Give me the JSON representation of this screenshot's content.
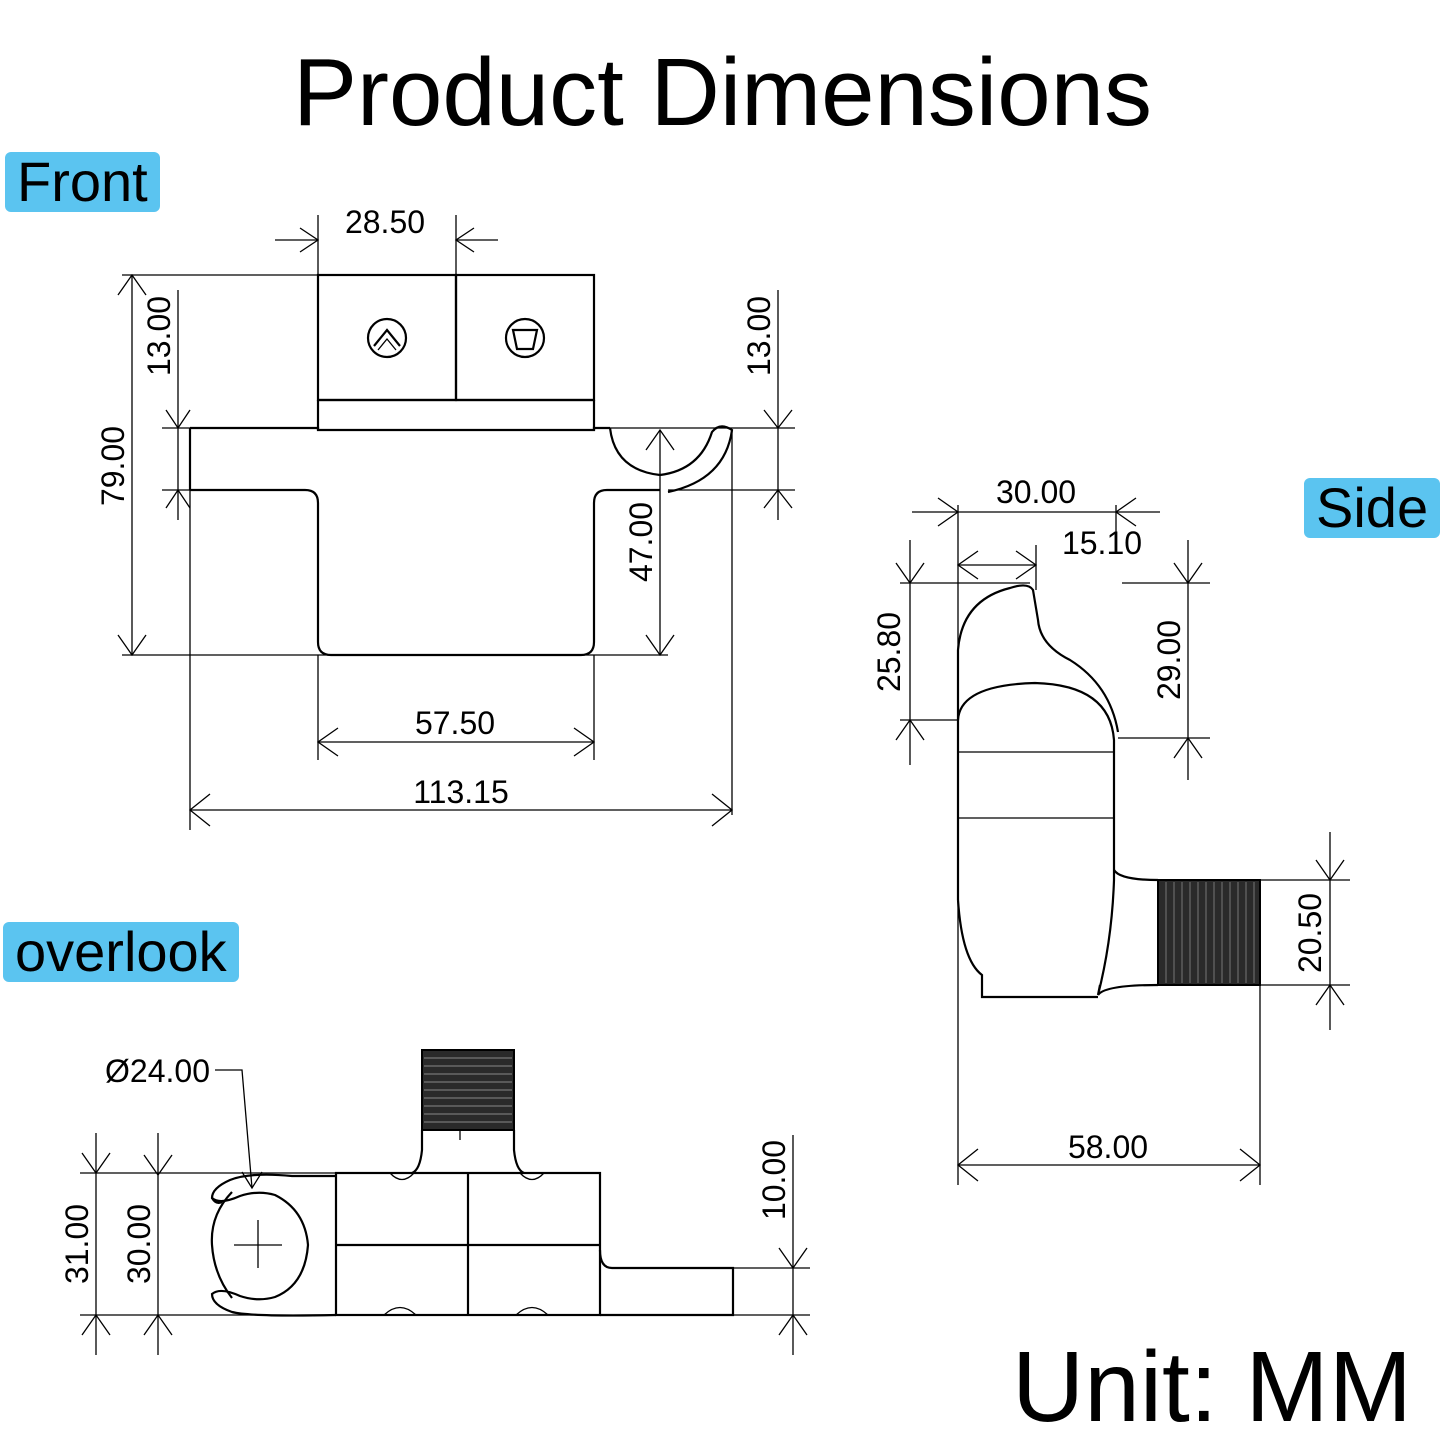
{
  "title": "Product Dimensions",
  "labels": {
    "front": "Front",
    "side": "Side",
    "overlook": "overlook"
  },
  "unit": "Unit: MM",
  "colors": {
    "tag": "#5bc4f0",
    "line": "#000000"
  },
  "front": {
    "d_top_width": "28.50",
    "d_left_top": "13.00",
    "d_right_top": "13.00",
    "d_height": "79.00",
    "d_hook": "47.00",
    "d_inner_width": "57.50",
    "d_total_width": "113.15"
  },
  "side": {
    "d_width": "30.00",
    "d_offset": "15.10",
    "d_left_height": "25.80",
    "d_right_height": "29.00",
    "d_thread": "20.50",
    "d_length": "58.00"
  },
  "overlook": {
    "d_diameter": "Ø24.00",
    "d_h31": "31.00",
    "d_h30": "30.00",
    "d_h10": "10.00"
  }
}
